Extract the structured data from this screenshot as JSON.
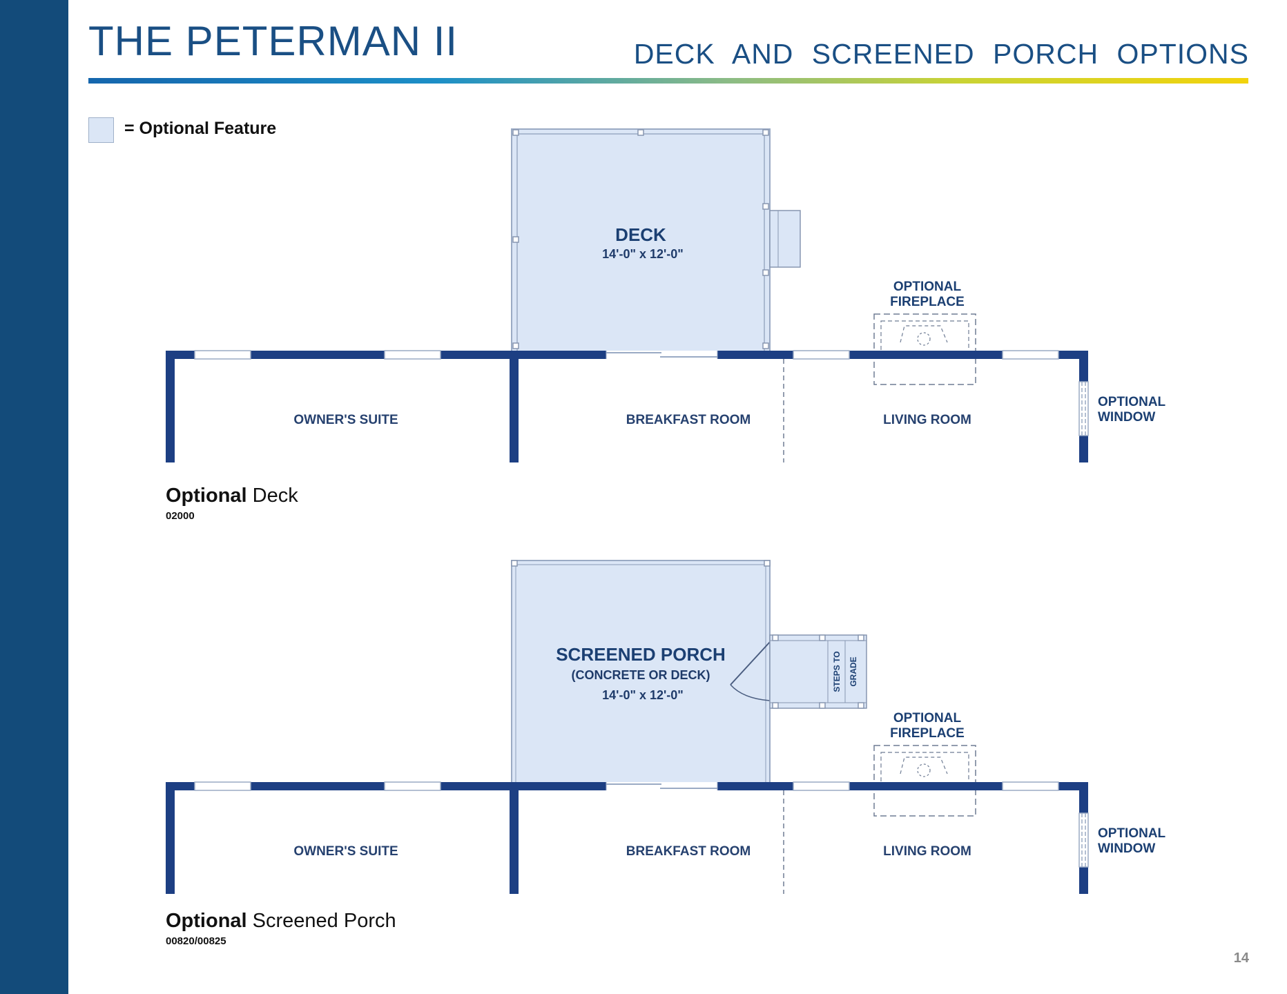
{
  "header": {
    "title": "THE PETERMAN II",
    "subtitle": "DECK AND SCREENED PORCH OPTIONS"
  },
  "legend": {
    "label": "= Optional Feature",
    "swatch_color": "#dbe6f6"
  },
  "colors": {
    "sidebar": "#134b7a",
    "wall": "#1d3f83",
    "feature_fill": "#dbe6f6",
    "title_text": "#1a4f84"
  },
  "plans": [
    {
      "feature_title": "DECK",
      "feature_size": "14'-0\" x 12'-0\"",
      "rooms": [
        "OWNER'S SUITE",
        "BREAKFAST ROOM",
        "LIVING ROOM"
      ],
      "fireplace_label": "OPTIONAL FIREPLACE",
      "window_label": "OPTIONAL WINDOW",
      "caption_bold": "Optional",
      "caption_rest": "Deck",
      "code": "02000"
    },
    {
      "feature_title": "SCREENED PORCH",
      "feature_subtitle": "(CONCRETE OR DECK)",
      "feature_size": "14'-0\" x 12'-0\"",
      "steps_label_1": "STEPS TO",
      "steps_label_2": "GRADE",
      "rooms": [
        "OWNER'S SUITE",
        "BREAKFAST ROOM",
        "LIVING ROOM"
      ],
      "fireplace_label": "OPTIONAL FIREPLACE",
      "window_label": "OPTIONAL WINDOW",
      "caption_bold": "Optional",
      "caption_rest": "Screened Porch",
      "code": "00820/00825"
    }
  ],
  "page_number": "14"
}
